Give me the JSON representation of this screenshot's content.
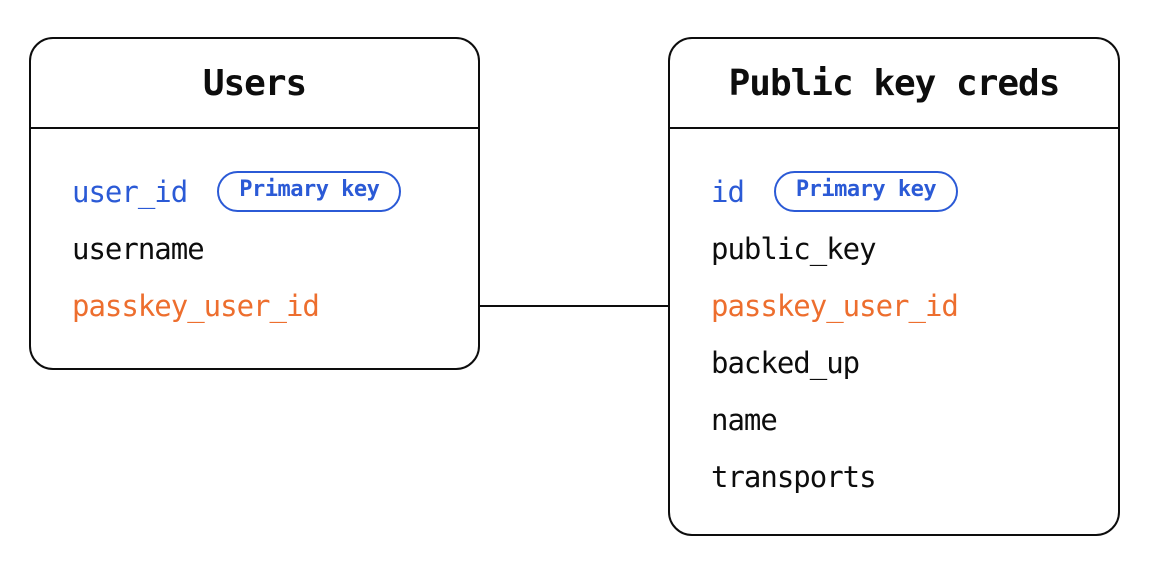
{
  "colors": {
    "primary_key_blue": "#2b5ad6",
    "foreign_key_orange": "#ed6e2e",
    "text_black": "#0d0d0d",
    "background": "#ffffff"
  },
  "tables": [
    {
      "title": "Users",
      "fields": [
        {
          "name": "user_id",
          "role": "primary-key",
          "badge": "Primary key"
        },
        {
          "name": "username",
          "role": "column"
        },
        {
          "name": "passkey_user_id",
          "role": "foreign-key"
        }
      ]
    },
    {
      "title": "Public key creds",
      "fields": [
        {
          "name": "id",
          "role": "primary-key",
          "badge": "Primary key"
        },
        {
          "name": "public_key",
          "role": "column"
        },
        {
          "name": "passkey_user_id",
          "role": "foreign-key"
        },
        {
          "name": "backed_up",
          "role": "column"
        },
        {
          "name": "name",
          "role": "column"
        },
        {
          "name": "transports",
          "role": "column"
        }
      ]
    }
  ],
  "relationship": {
    "from": "Users.passkey_user_id",
    "to": "Public key creds.passkey_user_id"
  }
}
